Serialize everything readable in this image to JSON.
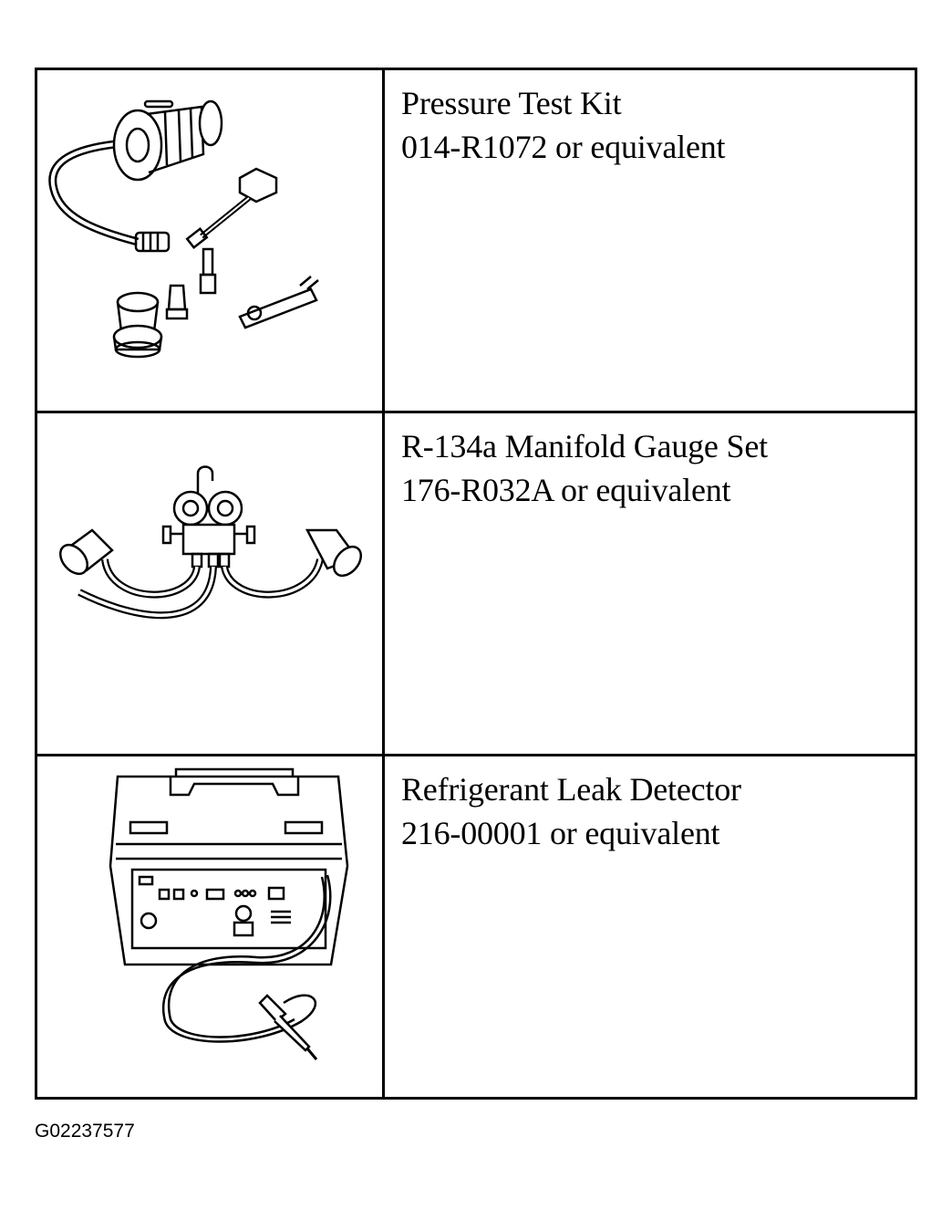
{
  "tools": [
    {
      "name": "Pressure Test Kit",
      "part": "014-R1072 or equivalent",
      "icon": "pressure-test-kit-illustration"
    },
    {
      "name": "R-134a Manifold Gauge Set",
      "part": "176-R032A or equivalent",
      "icon": "manifold-gauge-set-illustration"
    },
    {
      "name": "Refrigerant Leak Detector",
      "part": "216-00001 or equivalent",
      "icon": "leak-detector-illustration"
    }
  ],
  "figure_id": "G02237577"
}
